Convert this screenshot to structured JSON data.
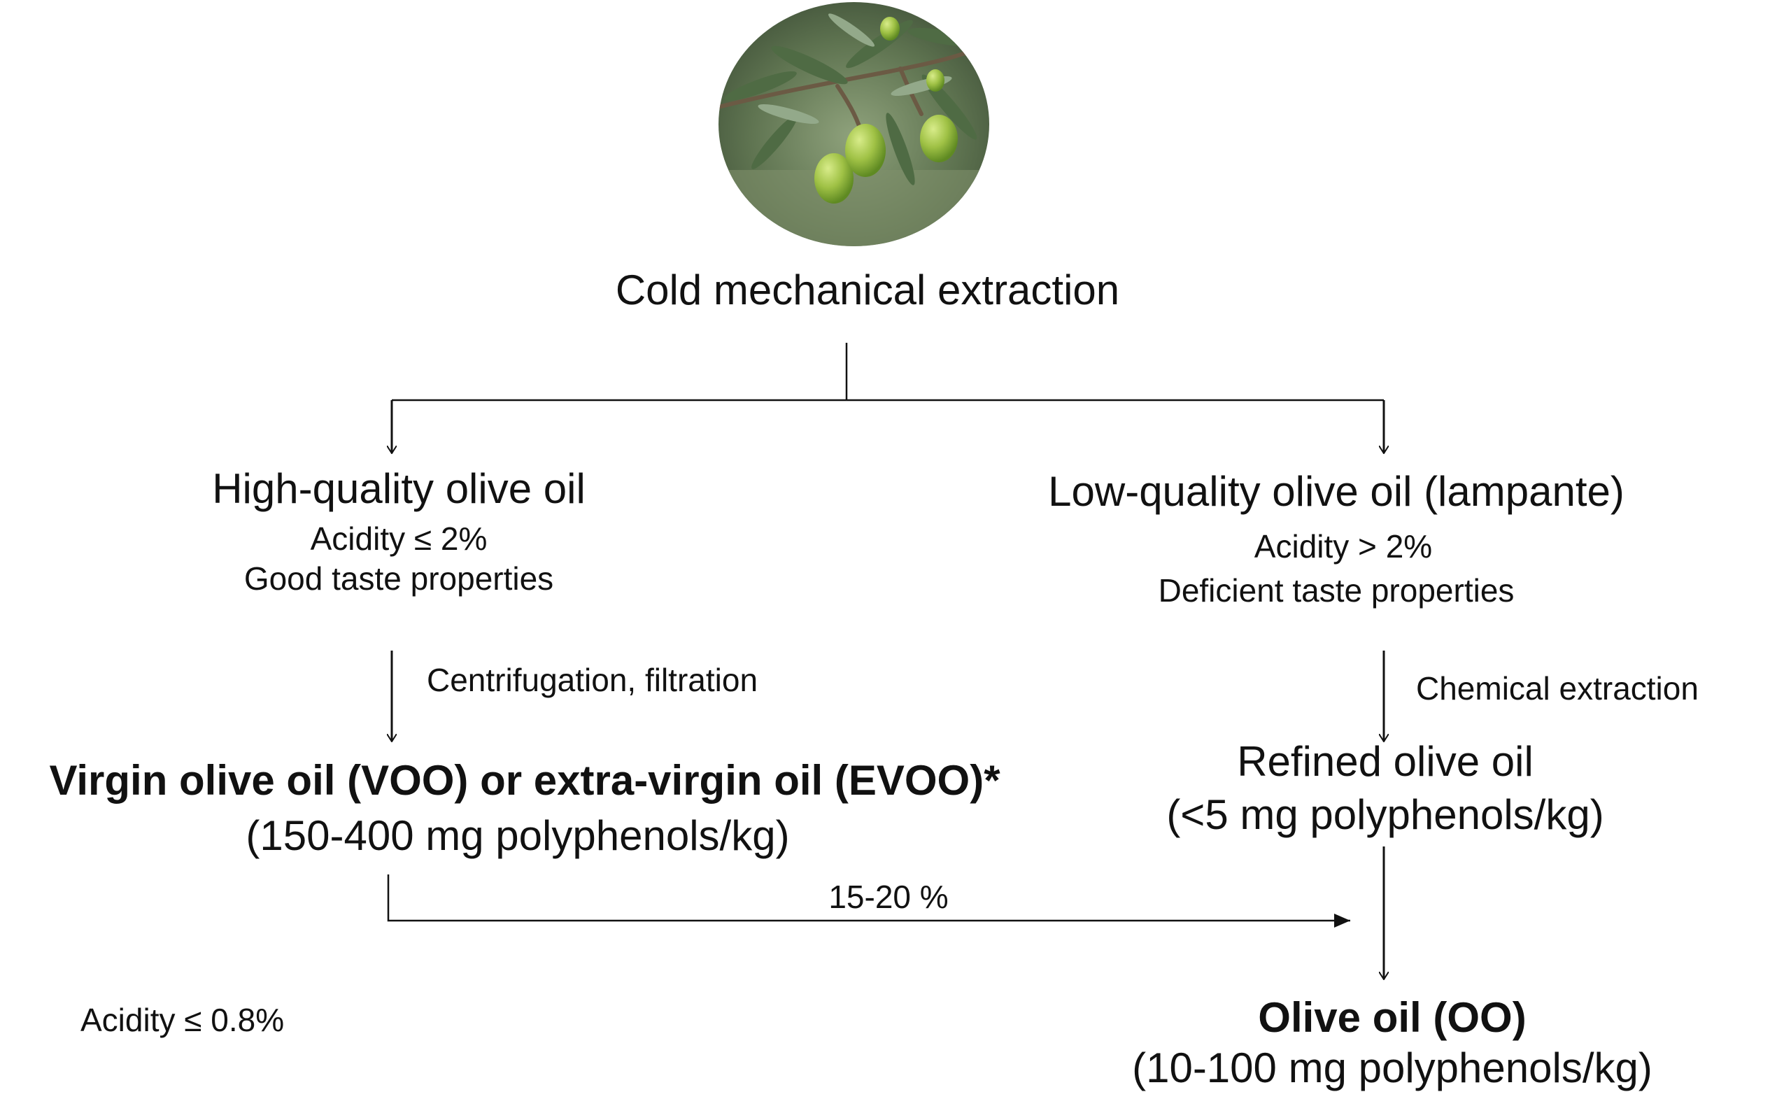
{
  "photo": {
    "icon": "olive-branch-photo"
  },
  "root": {
    "title": "Cold mechanical extraction"
  },
  "left": {
    "title": "High-quality olive oil",
    "acidity": "Acidity ≤ 2%",
    "taste": "Good taste properties",
    "process": "Centrifugation, filtration",
    "product": "Virgin olive oil (VOO) or extra-virgin oil (EVOO)*",
    "product_polyphenols": "(150-400 mg polyphenols/kg)",
    "product_acidity": "Acidity ≤ 0.8%"
  },
  "right": {
    "title": "Low-quality olive oil (lampante)",
    "acidity": "Acidity > 2%",
    "taste": "Deficient taste properties",
    "process": "Chemical extraction",
    "product": "Refined olive oil",
    "product_polyphenols": "(<5 mg polyphenols/kg)"
  },
  "blend": {
    "percent": "15-20 %"
  },
  "final": {
    "title": "Olive oil (OO)",
    "polyphenols": "(10-100 mg polyphenols/kg)"
  }
}
